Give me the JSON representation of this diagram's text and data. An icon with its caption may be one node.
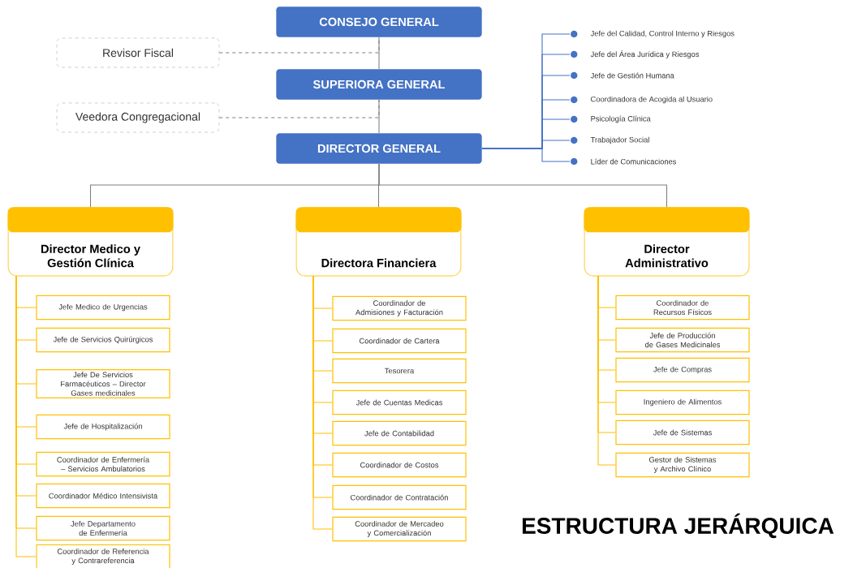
{
  "diagram": {
    "title": "ESTRUCTURA JERÁRQUICA",
    "nodes": [
      {
        "text": [
          "CONSEJO GENERAL"
        ]
      },
      {
        "text": [
          "Revisor Fiscal"
        ]
      },
      {
        "text": [
          "SUPERIORA GENERAL"
        ]
      },
      {
        "text": [
          "Veedora Congregacional"
        ]
      },
      {
        "text": [
          "DIRECTOR GENERAL"
        ]
      },
      {
        "text": [
          "Jefe del Calidad, Control Interno y Riesgos"
        ]
      },
      {
        "text": [
          "Jefe del Área Jurídica y Riesgos"
        ]
      },
      {
        "text": [
          "Jefe de Gestión Humana"
        ]
      },
      {
        "text": [
          "Coordinadora de Acogida al Usuario"
        ]
      },
      {
        "text": [
          "Psicología Clínica"
        ]
      },
      {
        "text": [
          "Trabajador Social"
        ]
      },
      {
        "text": [
          "Líder de Comunicaciones"
        ]
      },
      {
        "text": [
          "Director Medico y Gestión Clínica"
        ]
      },
      {
        "text": [
          "Jefe Medico de Urgencias"
        ]
      },
      {
        "text": [
          "Jefe de Servicios Quirúrgicos"
        ]
      },
      {
        "text": [
          "Jefe De Servicios Farmacéuticos – Director Gases medicinales"
        ]
      },
      {
        "text": [
          "Jefe de Hospitalización"
        ]
      },
      {
        "text": [
          "Coordinador de Enfermería – Servicios Ambulatorios"
        ]
      },
      {
        "text": [
          "Coordinador Médico Intensivista"
        ]
      },
      {
        "text": [
          "Jefe Departamento de Enfermería"
        ]
      },
      {
        "text": [
          "Coordinador de Referencia y Contrareferencia"
        ]
      },
      {
        "text": [
          "Directora Financiera"
        ]
      },
      {
        "text": [
          "Coordinador de Admisiones y Facturación"
        ]
      },
      {
        "text": [
          "Coordinador de Cartera"
        ]
      },
      {
        "text": [
          "Tesorera"
        ]
      },
      {
        "text": [
          "Jefe de Cuentas Medicas"
        ]
      },
      {
        "text": [
          "Jefe de Contabilidad"
        ]
      },
      {
        "text": [
          "Coordinador de Costos"
        ]
      },
      {
        "text": [
          "Coordinador de Contratación"
        ]
      },
      {
        "text": [
          "Coordinador de Mercadeo y Comercialización"
        ]
      },
      {
        "text": [
          "Director Administrativo"
        ]
      },
      {
        "text": [
          "Coordinador de Recursos Físicos"
        ]
      },
      {
        "text": [
          "Jefe de Producción de Gases Medicinales"
        ]
      },
      {
        "text": [
          "Jefe de Compras"
        ]
      },
      {
        "text": [
          "Ingeniero de Alimentos"
        ]
      },
      {
        "text": [
          "Jefe de Sistemas"
        ]
      },
      {
        "text": [
          "Gestor de Sistemas y Archivo Clínico"
        ]
      }
    ],
    "edges": [
      {
        "from": 0,
        "to": 2,
        "arrow": "none",
        "color": "#7f7f7f"
      },
      {
        "from": 1,
        "to": 0,
        "arrow": "none",
        "style": "dashed",
        "color": "#7f7f7f"
      },
      {
        "from": 2,
        "to": 4,
        "arrow": "none",
        "color": "#7f7f7f"
      },
      {
        "from": 3,
        "to": 2,
        "arrow": "none",
        "style": "dashed",
        "color": "#7f7f7f"
      },
      {
        "from": 4,
        "to": 5,
        "arrow": "none",
        "color": "#4472c4"
      },
      {
        "from": 4,
        "to": 6,
        "arrow": "none",
        "color": "#4472c4"
      },
      {
        "from": 4,
        "to": 7,
        "arrow": "none",
        "color": "#4472c4"
      },
      {
        "from": 4,
        "to": 8,
        "arrow": "none",
        "color": "#4472c4"
      },
      {
        "from": 4,
        "to": 9,
        "arrow": "none",
        "color": "#4472c4"
      },
      {
        "from": 4,
        "to": 10,
        "arrow": "none",
        "color": "#4472c4"
      },
      {
        "from": 4,
        "to": 11,
        "arrow": "none",
        "color": "#4472c4"
      },
      {
        "from": 4,
        "to": 12,
        "arrow": "none",
        "color": "#7f7f7f"
      },
      {
        "from": 4,
        "to": 21,
        "arrow": "none",
        "color": "#7f7f7f"
      },
      {
        "from": 4,
        "to": 30,
        "arrow": "none",
        "color": "#7f7f7f"
      },
      {
        "from": 12,
        "to": 13,
        "arrow": "none"
      },
      {
        "from": 12,
        "to": 14,
        "arrow": "none"
      },
      {
        "from": 12,
        "to": 15,
        "arrow": "none"
      },
      {
        "from": 12,
        "to": 16,
        "arrow": "none"
      },
      {
        "from": 12,
        "to": 17,
        "arrow": "none"
      },
      {
        "from": 12,
        "to": 18,
        "arrow": "none"
      },
      {
        "from": 12,
        "to": 19,
        "arrow": "none"
      },
      {
        "from": 12,
        "to": 20,
        "arrow": "none"
      },
      {
        "from": 21,
        "to": 22,
        "arrow": "none"
      },
      {
        "from": 21,
        "to": 23,
        "arrow": "none"
      },
      {
        "from": 21,
        "to": 24,
        "arrow": "none"
      },
      {
        "from": 21,
        "to": 25,
        "arrow": "none"
      },
      {
        "from": 21,
        "to": 26,
        "arrow": "none"
      },
      {
        "from": 21,
        "to": 27,
        "arrow": "none"
      },
      {
        "from": 21,
        "to": 28,
        "arrow": "none"
      },
      {
        "from": 21,
        "to": 29,
        "arrow": "none"
      },
      {
        "from": 30,
        "to": 31,
        "arrow": "none"
      },
      {
        "from": 30,
        "to": 32,
        "arrow": "none"
      },
      {
        "from": 30,
        "to": 33,
        "arrow": "none"
      },
      {
        "from": 30,
        "to": 34,
        "arrow": "none"
      },
      {
        "from": 30,
        "to": 35,
        "arrow": "none"
      },
      {
        "from": 30,
        "to": 36,
        "arrow": "none"
      }
    ]
  }
}
